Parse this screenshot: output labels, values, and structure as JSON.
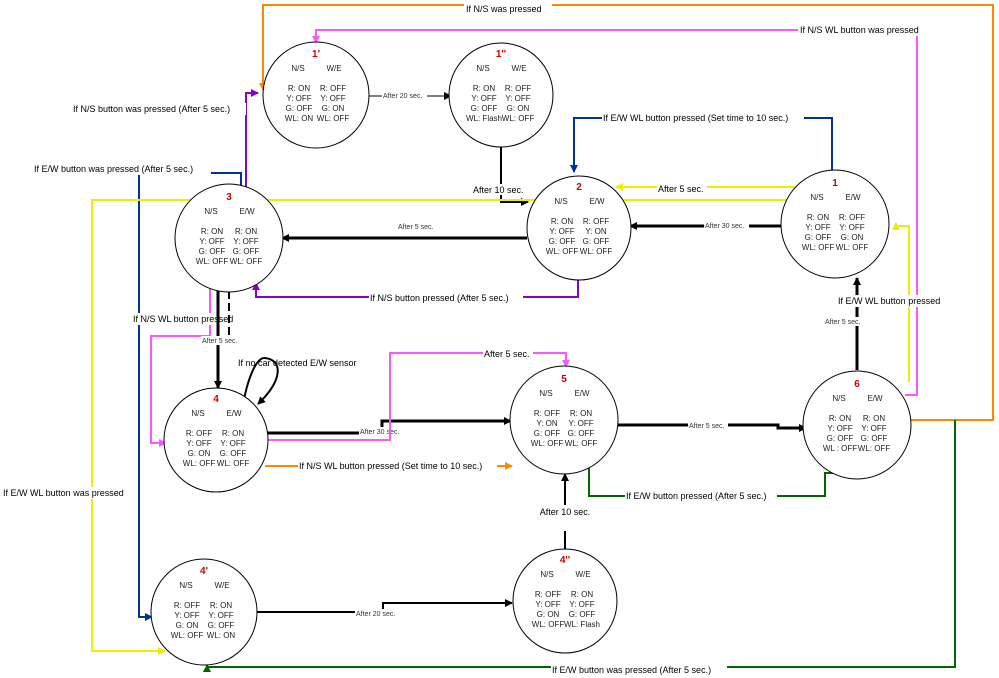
{
  "states": [
    {
      "id": "1p",
      "name": "1'",
      "h1": "N/S",
      "h2": "W/E",
      "rows": [
        [
          "R: ON",
          "R: OFF"
        ],
        [
          "Y: OFF",
          "Y: OFF"
        ],
        [
          "G: OFF",
          "G: ON"
        ],
        [
          "WL: ON",
          "WL: OFF"
        ]
      ]
    },
    {
      "id": "1pp",
      "name": "1''",
      "h1": "N/S",
      "h2": "W/E",
      "rows": [
        [
          "R: ON",
          "R: OFF"
        ],
        [
          "Y: OFF",
          "Y: OFF"
        ],
        [
          "G: OFF",
          "G: ON"
        ],
        [
          "WL: Flash",
          "WL: OFF"
        ]
      ]
    },
    {
      "id": "s2",
      "name": "2",
      "h1": "N/S",
      "h2": "E/W",
      "rows": [
        [
          "R: ON",
          "R: OFF"
        ],
        [
          "Y: OFF",
          "Y: ON"
        ],
        [
          "G: OFF",
          "G: OFF"
        ],
        [
          "WL: OFF",
          "WL: OFF"
        ]
      ]
    },
    {
      "id": "s1",
      "name": "1",
      "h1": "N/S",
      "h2": "E/W",
      "rows": [
        [
          "R: ON",
          "R: OFF"
        ],
        [
          "Y: OFF",
          "Y: OFF"
        ],
        [
          "G: OFF",
          "G: ON"
        ],
        [
          "WL: OFF",
          "WL: OFF"
        ]
      ]
    },
    {
      "id": "s3",
      "name": "3",
      "h1": "N/S",
      "h2": "E/W",
      "rows": [
        [
          "R: ON",
          "R: ON"
        ],
        [
          "Y: OFF",
          "Y: OFF"
        ],
        [
          "G: OFF",
          "G: OFF"
        ],
        [
          "WL: OFF",
          "WL: OFF"
        ]
      ]
    },
    {
      "id": "s4",
      "name": "4",
      "h1": "N/S",
      "h2": "E/W",
      "rows": [
        [
          "R: OFF",
          "R: ON"
        ],
        [
          "Y: OFF",
          "Y: OFF"
        ],
        [
          "G: ON",
          "G: OFF"
        ],
        [
          "WL: OFF",
          "WL: OFF"
        ]
      ]
    },
    {
      "id": "s5",
      "name": "5",
      "h1": "N/S",
      "h2": "E/W",
      "rows": [
        [
          "R: OFF",
          "R: ON"
        ],
        [
          "Y: ON",
          "Y: OFF"
        ],
        [
          "G: OFF",
          "G: OFF"
        ],
        [
          "WL: OFF",
          "WL: OFF"
        ]
      ]
    },
    {
      "id": "s6",
      "name": "6",
      "h1": "N/S",
      "h2": "E/W",
      "rows": [
        [
          "R: ON",
          "R: ON"
        ],
        [
          "Y: OFF",
          "Y: OFF"
        ],
        [
          "G: OFF",
          "G: OFF"
        ],
        [
          "WL : OFF",
          "WL: OFF"
        ]
      ]
    },
    {
      "id": "4p",
      "name": "4'",
      "h1": "N/S",
      "h2": "W/E",
      "rows": [
        [
          "R: OFF",
          "R: ON"
        ],
        [
          "Y: OFF",
          "Y: OFF"
        ],
        [
          "G: ON",
          "G: OFF"
        ],
        [
          "WL: OFF",
          "WL: ON"
        ]
      ]
    },
    {
      "id": "4pp",
      "name": "4''",
      "h1": "N/S",
      "h2": "W/E",
      "rows": [
        [
          "R: OFF",
          "R: ON"
        ],
        [
          "Y: OFF",
          "Y: OFF"
        ],
        [
          "G: ON",
          "G: OFF"
        ],
        [
          "WL: OFF",
          "WL: Flash"
        ]
      ]
    }
  ],
  "transitions": [
    {
      "from": "1'",
      "to": "1''",
      "label": "After 20 sec.",
      "color": "#000000"
    },
    {
      "from": "1''",
      "to": "2",
      "label": "After 10 sec.",
      "color": "#000000"
    },
    {
      "from": "1",
      "to": "2",
      "label": "After 30 sec.",
      "color": "#000000"
    },
    {
      "from": "1",
      "to": "2",
      "label": "After 5 sec.",
      "color": "#ffff00"
    },
    {
      "from": "1",
      "to": "2",
      "label": "If E/W WL button pressed (Set time to 10 sec.)",
      "color": "#003399"
    },
    {
      "from": "2",
      "to": "3",
      "label": "After 5 sec.",
      "color": "#000000"
    },
    {
      "from": "2",
      "to": "3",
      "label": "If N/S button pressed (After 5 sec.)",
      "color": "#8800cc"
    },
    {
      "from": "3",
      "to": "1'",
      "label": "If N/S button was pressed (After 5 sec.)",
      "color": "#8800cc"
    },
    {
      "from": "3",
      "to": "4'",
      "label": "If E/W button was pressed (After 5 sec.)",
      "color": "#003399"
    },
    {
      "from": "3",
      "to": "4",
      "label": "After 5 sec.",
      "color": "#000000"
    },
    {
      "from": "3",
      "to": "4",
      "label": "If N/S WL button pressed",
      "color": "#ff55ff"
    },
    {
      "from": "4",
      "to": "4",
      "label": "If no car detected E/W sensor",
      "color": "#000000"
    },
    {
      "from": "4",
      "to": "5",
      "label": "After 30 sec.",
      "color": "#000000"
    },
    {
      "from": "4",
      "to": "5",
      "label": "After 5 sec.",
      "color": "#ff55ff"
    },
    {
      "from": "4",
      "to": "5",
      "label": "If N/S WL button pressed (Set time to 10 sec.)",
      "color": "#ff8800"
    },
    {
      "from": "4'",
      "to": "4''",
      "label": "After 20 sec.",
      "color": "#000000"
    },
    {
      "from": "4''",
      "to": "5",
      "label": "After 10 sec.",
      "color": "#000000"
    },
    {
      "from": "5",
      "to": "6",
      "label": "After 5 sec.",
      "color": "#000000"
    },
    {
      "from": "5",
      "to": "6",
      "label": "If E/W button pressed (After 5 sec.)",
      "color": "#006600"
    },
    {
      "from": "6",
      "to": "1",
      "label": "After 5 sec.",
      "color": "#000000"
    },
    {
      "from": "6",
      "to": "1",
      "label": "If E/W WL button pressed",
      "color": "#ffff00"
    },
    {
      "from": "6",
      "to": "1'",
      "label": "If N/S was pressed",
      "color": "#ff8800"
    },
    {
      "from": "6",
      "to": "1'",
      "label": "If N/S WL button was pressed",
      "color": "#ff55ff"
    },
    {
      "from": "6",
      "to": "4'",
      "label": "If E/W button was pressed (After 5 sec.)",
      "color": "#006600"
    },
    {
      "from": "1",
      "to": "4'",
      "label": "If E/W WL button was pressed",
      "color": "#ffff00"
    }
  ]
}
